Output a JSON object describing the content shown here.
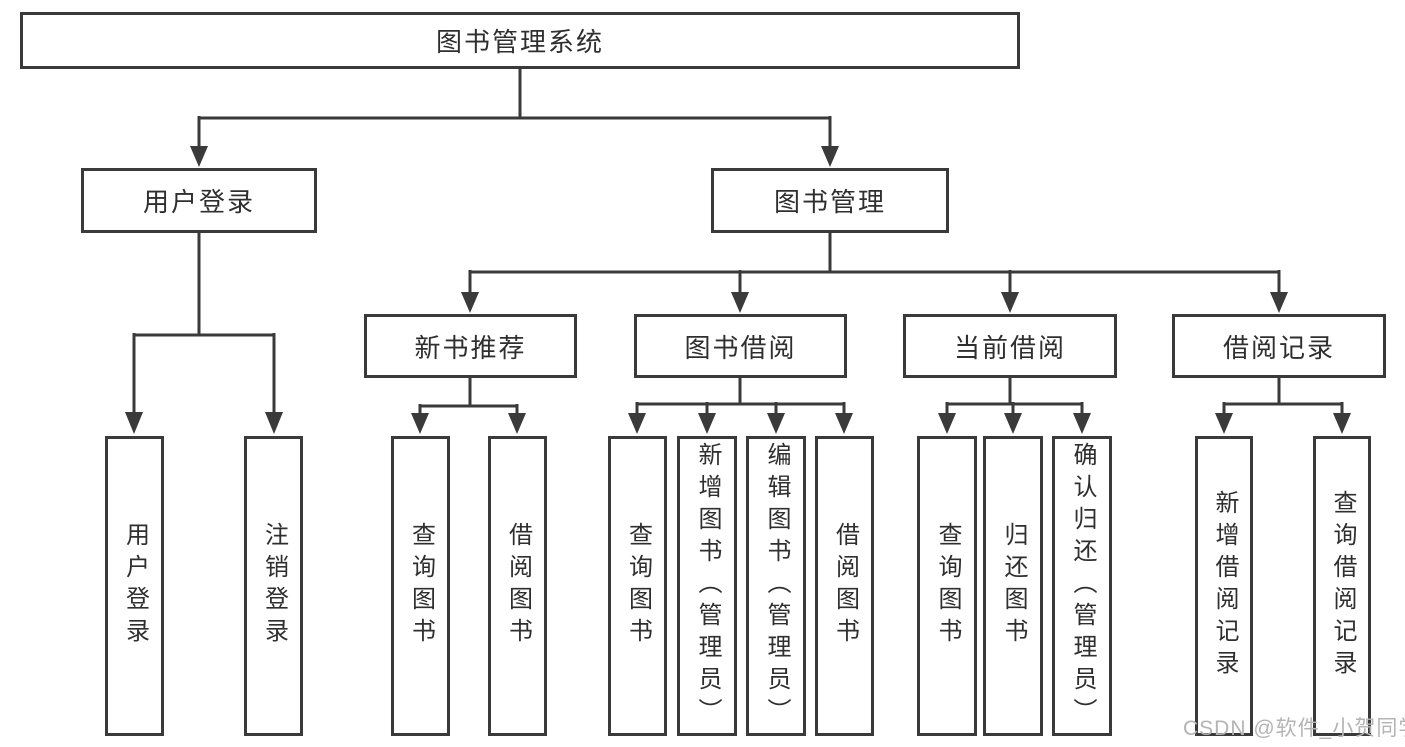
{
  "diagram": {
    "root": {
      "label": "图书管理系统"
    },
    "branches": {
      "user_login": {
        "label": "用户登录"
      },
      "book_management": {
        "label": "图书管理"
      }
    },
    "modules": {
      "new_book_rec": {
        "label": "新书推荐"
      },
      "book_borrow": {
        "label": "图书借阅"
      },
      "current_borrow": {
        "label": "当前借阅"
      },
      "borrow_records": {
        "label": "借阅记录"
      }
    },
    "leaves": {
      "user_login_fn": {
        "label": "用户登录"
      },
      "logout_fn": {
        "label": "注销登录"
      },
      "rec_query_books": {
        "label": "查询图书"
      },
      "rec_borrow_books": {
        "label": "借阅图书"
      },
      "bor_query_books": {
        "label": "查询图书"
      },
      "bor_add_books": {
        "label": "新增图书（管理员）"
      },
      "bor_edit_books": {
        "label": "编辑图书（管理员）"
      },
      "bor_borrow_books": {
        "label": "借阅图书"
      },
      "cur_query_books": {
        "label": "查询图书"
      },
      "cur_return_books": {
        "label": "归还图书"
      },
      "cur_confirm_return": {
        "label": "确认归还（管理员）"
      },
      "log_add_record": {
        "label": "新增借阅记录"
      },
      "log_query_record": {
        "label": "查询借阅记录"
      }
    },
    "watermark": {
      "text": "CSDN @软件_小贺同学"
    },
    "colors": {
      "line": "#3a3a3a",
      "text": "#2f2f2f",
      "box_background": "#ffffff",
      "watermark": "#b4b4b4"
    }
  }
}
